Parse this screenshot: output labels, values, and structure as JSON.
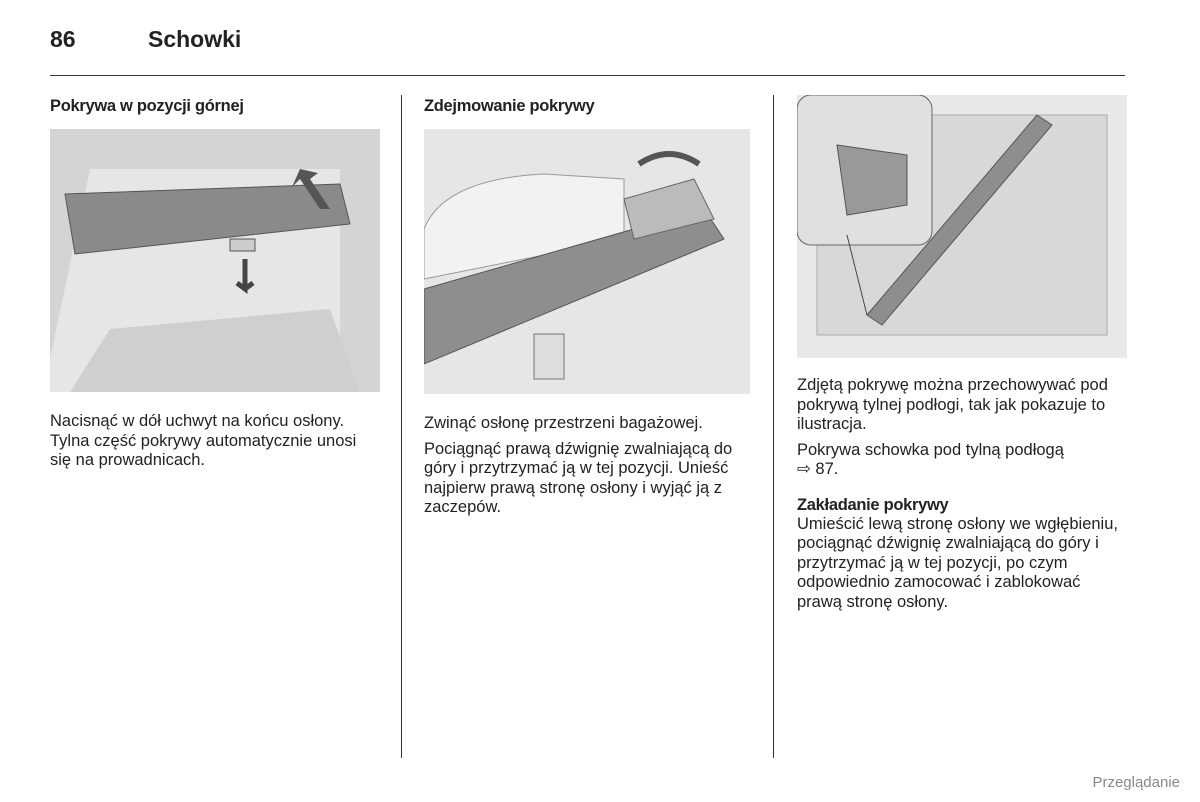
{
  "header": {
    "page_number": "86",
    "section": "Schowki"
  },
  "col1": {
    "heading": "Pokrywa w pozycji górnej",
    "figure": "luggage-cover-raised-illustration",
    "paragraphs": [
      "Nacisnąć w dół uchwyt na końcu osłony. Tylna część pokrywy automatycznie unosi się na prowadnicach."
    ]
  },
  "col2": {
    "heading": "Zdejmowanie pokrywy",
    "figure": "luggage-cover-removal-illustration",
    "paragraphs": [
      "Zwinąć osłonę przestrzeni bagażowej.",
      "Pociągnąć prawą dźwignię zwalniającą do góry i przytrzymać ją w tej pozycji. Unieść najpierw prawą stronę osłony i wyjąć ją z zaczepów."
    ]
  },
  "col3": {
    "figure": "luggage-cover-stowed-illustration",
    "paragraphs": [
      "Zdjętą pokrywę można przechowywać pod pokrywą tylnej podłogi, tak jak pokazuje to ilustracja."
    ],
    "ref_text": "Pokrywa schowka pod tylną podłogą",
    "ref_arrow": "⇨",
    "ref_page": "87.",
    "subheading": "Zakładanie pokrywy",
    "paragraphs2": [
      "Umieścić lewą stronę osłony we wgłębieniu, pociągnąć dźwignię zwalniającą do góry i przytrzymać ją w tej pozycji, po czym odpowiednio zamocować i zablokować prawą stronę osłony."
    ]
  },
  "footer": {
    "label": "Przeglądanie"
  }
}
